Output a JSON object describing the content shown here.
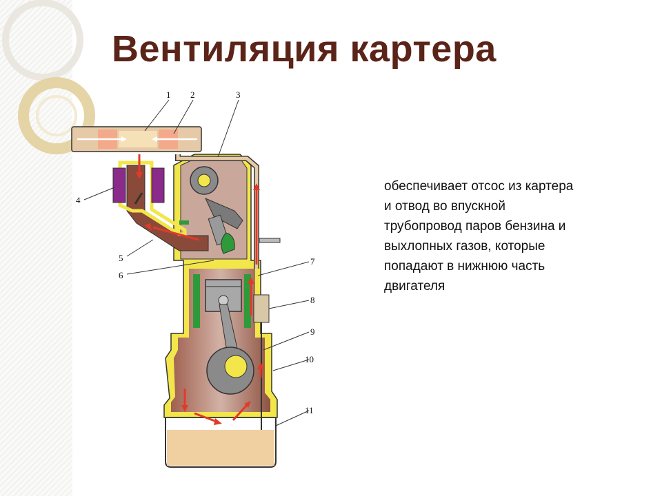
{
  "slide": {
    "title": "Вентиляция картера",
    "description_lines": [
      "обеспечивает отсос из картера",
      "и отвод во впускной",
      "трубопровод паров бензина и",
      "выхлопных газов, которые",
      "попадают в нижнюю часть",
      "двигателя"
    ]
  },
  "diagram": {
    "callouts": [
      "1",
      "2",
      "3",
      "4",
      "5",
      "6",
      "7",
      "8",
      "9",
      "10",
      "11"
    ],
    "colors": {
      "body": "#8a4a3a",
      "body_light": "#c9a79b",
      "housing": "#f2e64a",
      "gasket": "#2f9a3a",
      "filter": "#f4a98a",
      "airbox": "#e6c9a6",
      "oil": "#f0cfa1",
      "flow_arrow": "#e23a2a",
      "regulator": "#8a2a8a"
    }
  }
}
